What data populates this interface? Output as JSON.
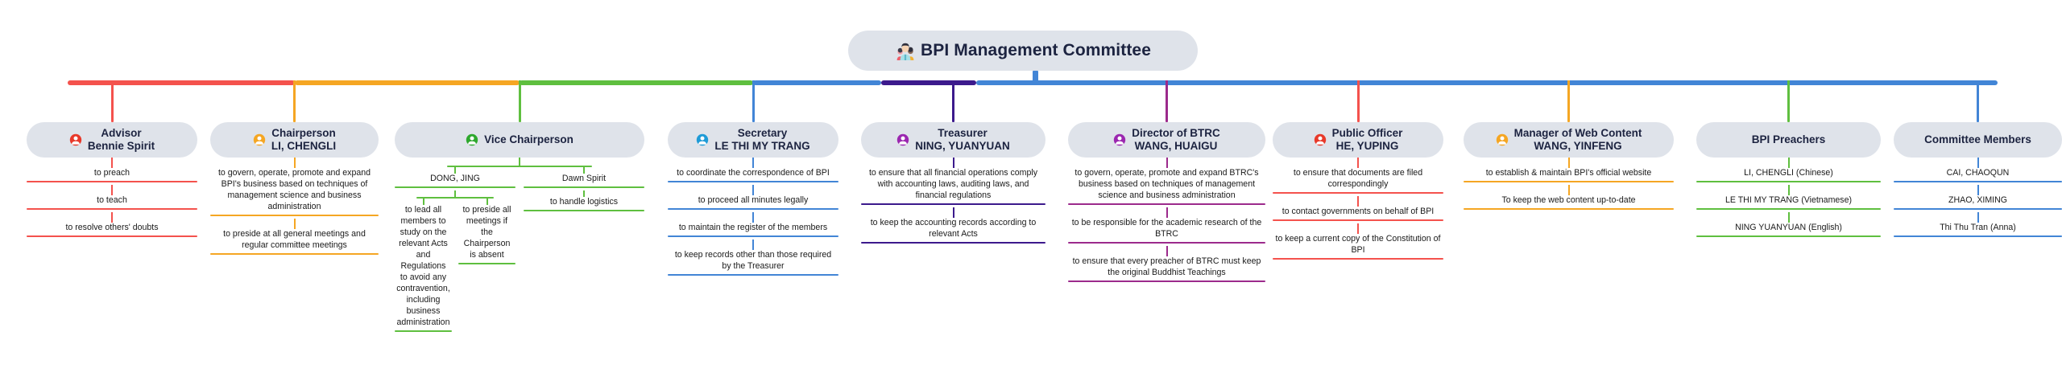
{
  "root": {
    "title": "BPI Management Committee",
    "icon": "family-group-icon",
    "pill_color": "#dfe3ea",
    "text_color": "#1c2340",
    "stub_color": "#4285d6"
  },
  "trunk": {
    "segments": [
      {
        "name": "advisor-segment",
        "color": "#f4524d"
      },
      {
        "name": "chairperson-segment",
        "color": "#f5a623"
      },
      {
        "name": "vice-chairperson-segment",
        "color": "#5fbf3f"
      },
      {
        "name": "secretary-segment",
        "color": "#4285d6"
      },
      {
        "name": "treasurer-segment",
        "color": "#3c1a8c"
      },
      {
        "name": "right-segment",
        "color": "#4285d6"
      }
    ]
  },
  "branches": [
    {
      "id": "advisor",
      "role": "Advisor",
      "person": "Bennie Spirit",
      "icon": "person-icon",
      "icon_color": "#e8392a",
      "color": "#f4524d",
      "items": [
        {
          "text": "to preach"
        },
        {
          "text": "to teach"
        },
        {
          "text": "to resolve others' doubts"
        }
      ]
    },
    {
      "id": "chairperson",
      "role": "Chairperson",
      "person": "LI, CHENGLI",
      "icon": "person-icon",
      "icon_color": "#f5a623",
      "color": "#f5a623",
      "items": [
        {
          "text": "to govern, operate, promote and expand BPI's business based on techniques of management science and business administration"
        },
        {
          "text": "to preside at all general meetings and regular committee meetings"
        }
      ]
    },
    {
      "id": "vice-chairperson",
      "role": "Vice Chairperson",
      "person": "",
      "icon": "person-icon",
      "icon_color": "#2ea82e",
      "color": "#5fbf3f",
      "subgroups": [
        {
          "name": "DONG, JING",
          "items": [
            {
              "text": "to lead all members to study on the relevant Acts and Regulations to avoid any contravention, including business administration"
            },
            {
              "text": "to preside all meetings if the Chairperson is absent"
            }
          ]
        },
        {
          "name": "Dawn Spirit",
          "items": [
            {
              "text": "to handle logistics"
            }
          ]
        }
      ]
    },
    {
      "id": "secretary",
      "role": "Secretary",
      "person": "LE THI MY TRANG",
      "icon": "person-icon",
      "icon_color": "#1e9bd7",
      "color": "#4285d6",
      "items": [
        {
          "text": "to coordinate the correspondence of BPI"
        },
        {
          "text": "to proceed all minutes legally"
        },
        {
          "text": "to maintain the register of the members"
        },
        {
          "text": "to keep records other than those required by the Treasurer"
        }
      ]
    },
    {
      "id": "treasurer",
      "role": "Treasurer",
      "person": "NING, YUANYUAN",
      "icon": "person-icon",
      "icon_color": "#9b27b0",
      "color": "#3c1a8c",
      "items": [
        {
          "text": "to ensure that all financial operations comply with accounting laws, auditing laws, and financial regulations"
        },
        {
          "text": "to keep the accounting records according to relevant Acts"
        }
      ]
    },
    {
      "id": "director-of-btrc",
      "role": "Director of BTRC",
      "person": "WANG, HUAIGU",
      "icon": "person-icon",
      "icon_color": "#9b27b0",
      "color": "#9c2a8c",
      "items": [
        {
          "text": "to govern, operate, promote and expand BTRC's business based on techniques of management science and business administration"
        },
        {
          "text": "to be responsible for the academic research of the BTRC"
        },
        {
          "text": "to ensure that every preacher of BTRC must keep the original Buddhist Teachings"
        }
      ]
    },
    {
      "id": "public-officer",
      "role": "Public Officer",
      "person": "HE, YUPING",
      "icon": "person-icon",
      "icon_color": "#e8392a",
      "color": "#f4524d",
      "items": [
        {
          "text": "to ensure that documents are filed correspondingly"
        },
        {
          "text": "to contact governments on behalf of BPI"
        },
        {
          "text": "to keep a current copy of the Constitution of BPI"
        }
      ]
    },
    {
      "id": "manager-of-web-content",
      "role": "Manager of Web Content",
      "person": "WANG, YINFENG",
      "icon": "person-icon",
      "icon_color": "#f5a623",
      "color": "#f5a623",
      "items": [
        {
          "text": "to establish & maintain BPI's official website"
        },
        {
          "text": "To keep the web content up-to-date"
        }
      ]
    },
    {
      "id": "bpi-preachers",
      "role": "BPI Preachers",
      "person": "",
      "icon": "",
      "icon_color": "",
      "color": "#5fbf3f",
      "items": [
        {
          "text": "LI, CHENGLI (Chinese)"
        },
        {
          "text": "LE THI MY TRANG (Vietnamese)"
        },
        {
          "text": "NING YUANYUAN (English)"
        }
      ]
    },
    {
      "id": "committee-members",
      "role": "Committee Members",
      "person": "",
      "icon": "",
      "icon_color": "",
      "color": "#4285d6",
      "items": [
        {
          "text": "CAI, CHAOQUN"
        },
        {
          "text": "ZHAO, XIMING"
        },
        {
          "text": "Thi Thu Tran (Anna)"
        }
      ]
    }
  ]
}
